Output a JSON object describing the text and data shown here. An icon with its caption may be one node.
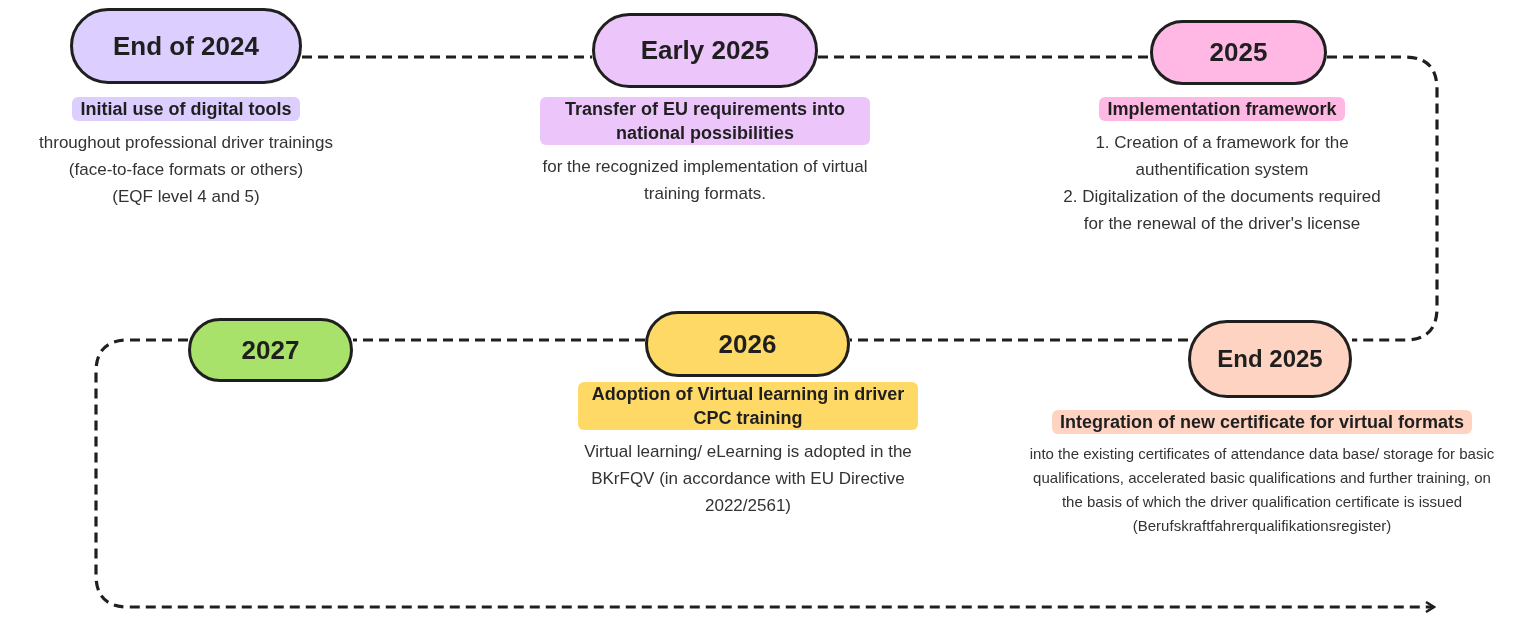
{
  "diagram": {
    "nodes": [
      {
        "text": [
          "End of 2024"
        ],
        "beside": [
          "Initial use of digital tools",
          "throughout professional driver trainings (face-to-face formats or others)",
          "(EQF level 4 and 5)"
        ]
      },
      {
        "text": [
          "Early 2025"
        ],
        "beside": [
          "Transfer of EU requirements into national possibilities",
          "for the recognized implementation of virtual training formats."
        ]
      },
      {
        "text": [
          "2025"
        ],
        "beside": [
          "Implementation framework",
          "1.   Creation of a framework for the authentification system",
          "2. Digitalization of the documents required for the renewal of the driver's license"
        ]
      },
      {
        "text": [
          "End 2025"
        ],
        "beside": [
          "Integration of new certificate for virtual formats",
          "into the existing certificates of attendance data base/ storage for basic qualifications, accelerated basic qualifications and further training, on the basis of which the driver qualification certificate is issued (Berufskraftfahrerqualifikationsregister)"
        ]
      },
      {
        "text": [
          "2026"
        ],
        "beside": [
          "Adoption of Virtual learning in driver CPC training",
          "Virtual learning/ eLearning is adopted in the BKrFQV (in accordance with EU Directive 2022/2561)"
        ]
      },
      {
        "text": [
          "2027"
        ]
      }
    ],
    "edges": [
      {
        "from": 0,
        "to": 1,
        "arrow": "none",
        "style": "dashed"
      },
      {
        "from": 1,
        "to": 2,
        "arrow": "none",
        "style": "dashed"
      },
      {
        "from": 2,
        "to": 3,
        "arrow": "none",
        "style": "dashed"
      },
      {
        "from": 3,
        "to": 4,
        "arrow": "none",
        "style": "dashed"
      },
      {
        "from": 4,
        "to": 5,
        "arrow": "none",
        "style": "dashed"
      },
      {
        "from": 5,
        "to": null,
        "arrow": "to",
        "style": "dashed"
      }
    ]
  }
}
